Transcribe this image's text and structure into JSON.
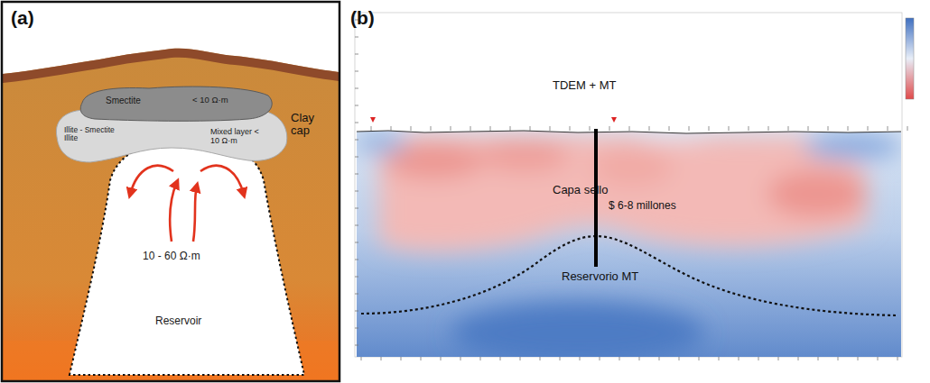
{
  "diagram": {
    "nodes": [
      {
        "text": [
          "Smectite",
          "< 10 Ω·m"
        ]
      },
      {
        "text": [
          "Illite - Smectite Illite",
          "Mixed layer < 10 Ω·m"
        ]
      },
      {
        "text": [
          "10 - 60 Ω·m",
          "Reservoir"
        ]
      }
    ],
    "labels": [
      "(a)",
      "Clay cap",
      "(b)",
      "TDEM + MT",
      "Capa sello",
      "$ 6-8 millones",
      "Reservorio MT"
    ]
  }
}
